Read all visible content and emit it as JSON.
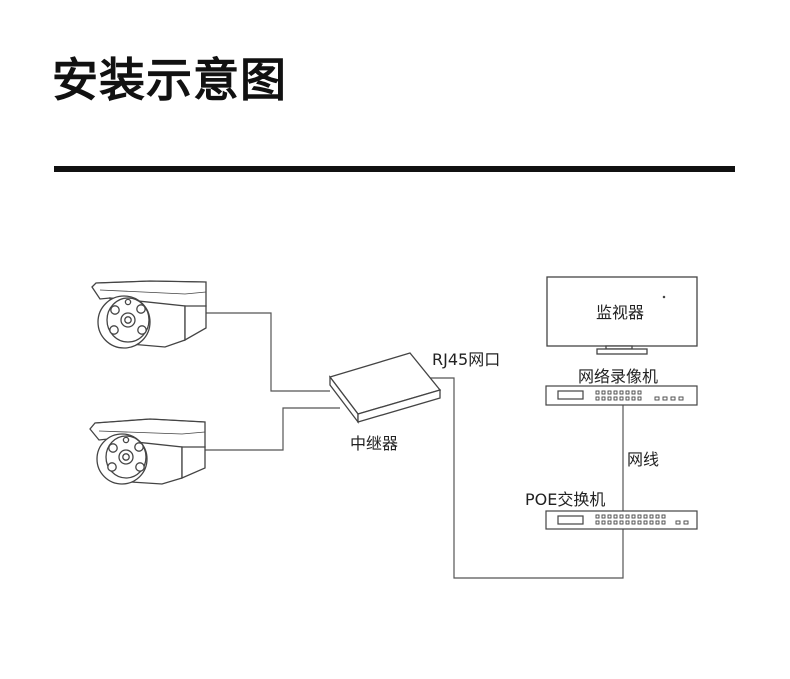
{
  "title": "安装示意图",
  "labels": {
    "rj45_port": "RJ45网口",
    "repeater": "中继器",
    "monitor": "监视器",
    "nvr": "网络录像机",
    "network_cable": "网线",
    "poe_switch": "POE交换机"
  },
  "colors": {
    "line": "#555555",
    "text": "#111111"
  },
  "icons": [
    "bullet-camera-icon",
    "bullet-camera-icon",
    "repeater-device-icon",
    "monitor-icon",
    "nvr-device-icon",
    "poe-switch-icon"
  ]
}
